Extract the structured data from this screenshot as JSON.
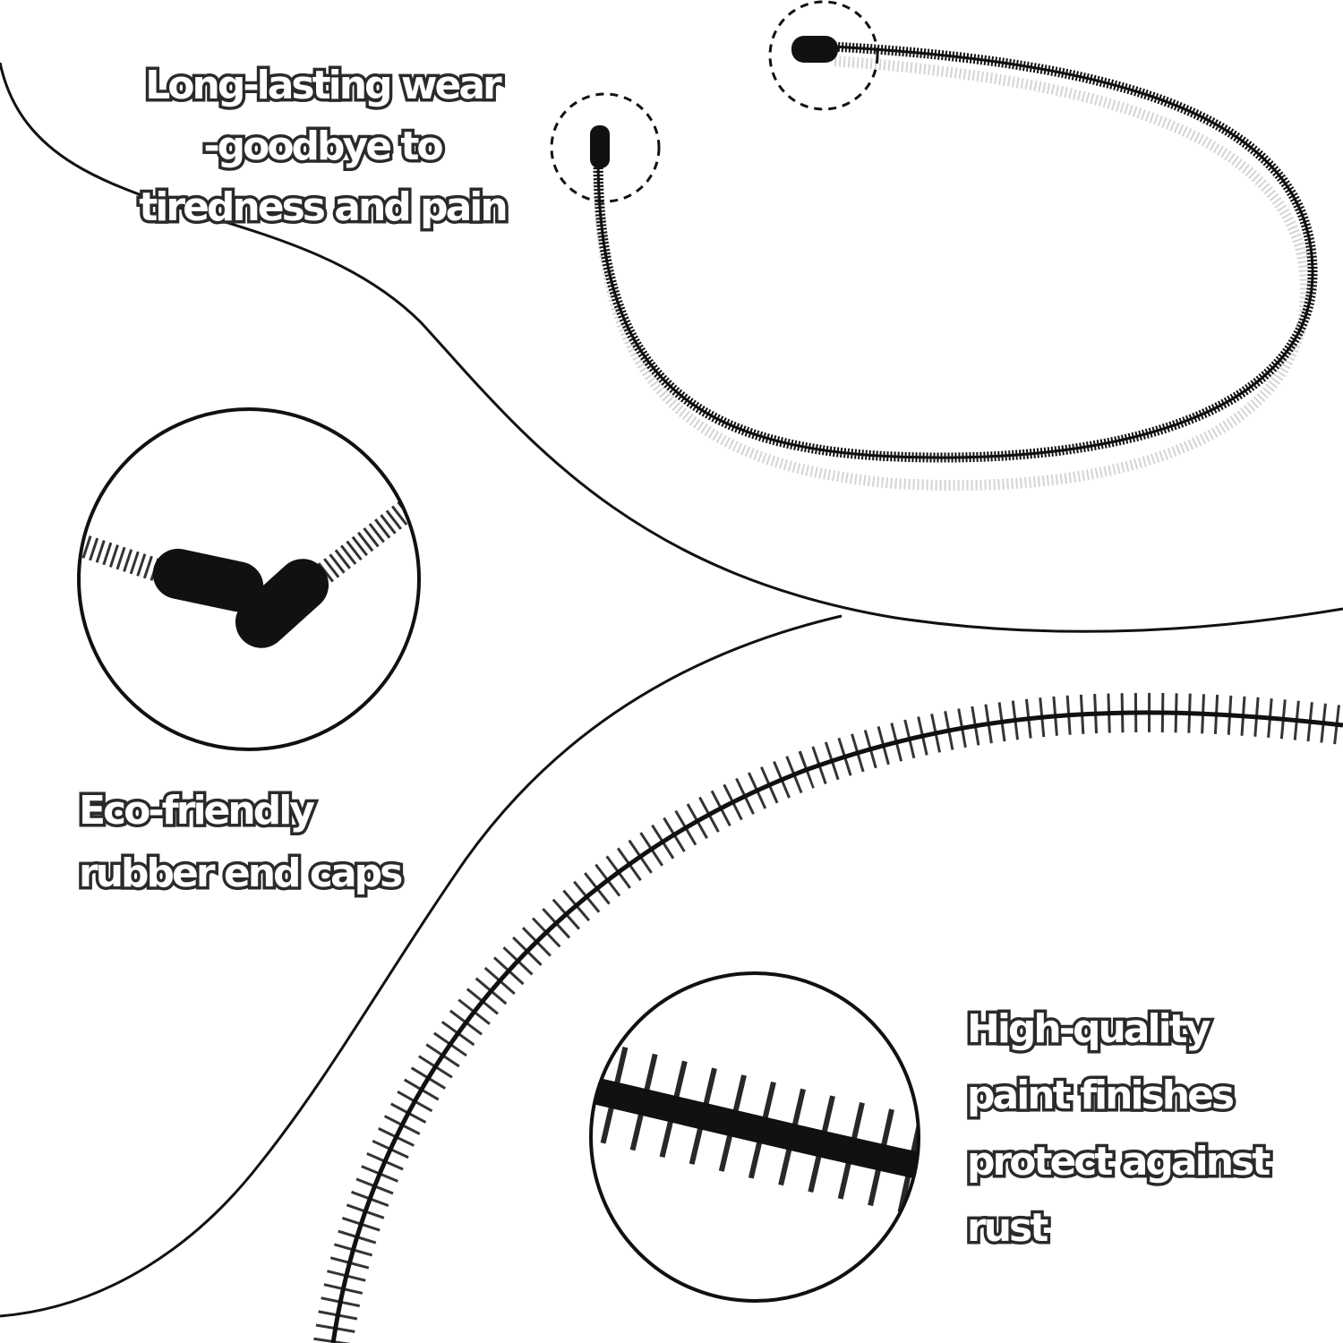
{
  "features": {
    "wear": {
      "lines": [
        "Long-lasting wear",
        "-goodbye to",
        "tiredness and pain"
      ]
    },
    "caps": {
      "lines": [
        "Eco-friendly",
        "rubber end caps"
      ]
    },
    "paint": {
      "lines": [
        "High-quality",
        "paint finishes",
        "protect against",
        "rust"
      ]
    }
  },
  "colors": {
    "background": "#ffffff",
    "product": "#111111",
    "outline": "#2a2a2a"
  }
}
